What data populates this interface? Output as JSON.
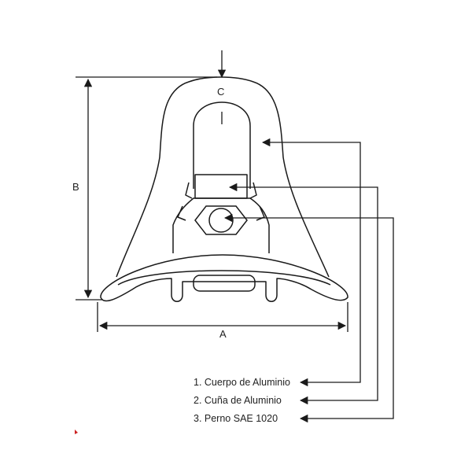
{
  "dimensions": {
    "a": "A",
    "b": "B",
    "c": "C"
  },
  "parts": [
    {
      "label": "1. Cuerpo de Aluminio"
    },
    {
      "label": "2. Cuña de Aluminio"
    },
    {
      "label": "3. Perno SAE 1020"
    }
  ],
  "colors": {
    "line": "#1a1a1a",
    "text": "#222222",
    "mark": "#cc2222"
  }
}
